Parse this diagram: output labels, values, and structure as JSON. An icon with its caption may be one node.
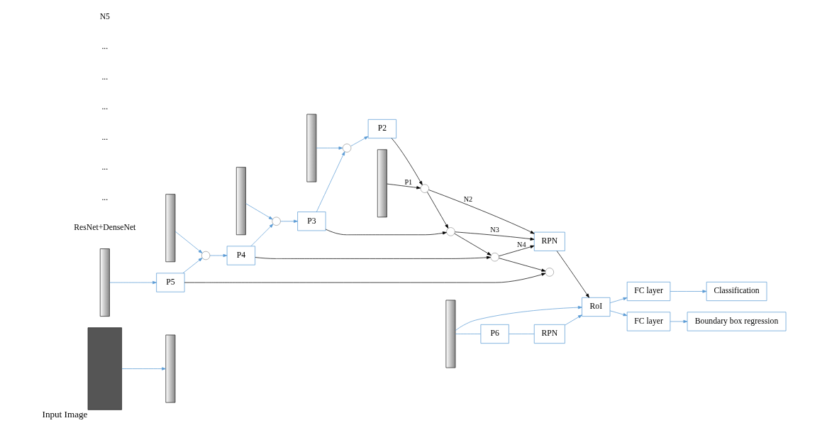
{
  "diagram": {
    "nodes": [
      {
        "text": [],
        "shape": "box",
        "beside": [
          "Input Image"
        ]
      },
      {
        "text": [],
        "shape": "bar"
      },
      {
        "text": [],
        "shape": "bar"
      },
      {
        "text": [],
        "shape": "bar"
      },
      {
        "text": [],
        "shape": "bar"
      },
      {
        "text": [],
        "shape": "bar"
      },
      {
        "text": [],
        "shape": "bar"
      },
      {
        "text": [],
        "shape": "bar"
      },
      {
        "text": [
          "RPN"
        ]
      },
      {
        "text": [
          "P6"
        ]
      },
      {
        "text": [
          "RoI"
        ]
      },
      {
        "text": [
          "FC layer"
        ]
      },
      {
        "text": [
          "Classification"
        ]
      },
      {
        "text": [
          "FC layer"
        ]
      },
      {
        "text": [
          "Boundary box regression"
        ]
      },
      {
        "text": [
          "RPN"
        ]
      },
      {
        "text": [
          "P2"
        ]
      },
      {
        "text": [],
        "shape": "circle"
      },
      {
        "text": [
          "P3"
        ]
      },
      {
        "text": [],
        "shape": "circle"
      },
      {
        "text": [
          "P4"
        ]
      },
      {
        "text": [],
        "shape": "circle"
      },
      {
        "text": [
          "P5"
        ]
      },
      {
        "text": [],
        "shape": "circle"
      },
      {
        "text": [],
        "shape": "circle"
      },
      {
        "text": [],
        "shape": "circle"
      },
      {
        "text": [],
        "shape": "circle"
      }
    ],
    "edges": [
      {
        "from": 0,
        "to": 1,
        "arrow": "to"
      },
      {
        "from": 7,
        "to": 10,
        "arrow": "to"
      },
      {
        "from": 7,
        "to": 9,
        "arrow": "none"
      },
      {
        "from": 9,
        "to": 8,
        "arrow": "none"
      },
      {
        "from": 8,
        "to": 10,
        "arrow": "to"
      },
      {
        "from": 10,
        "to": 11,
        "arrow": "to"
      },
      {
        "from": 10,
        "to": 13,
        "arrow": "to"
      },
      {
        "from": 11,
        "to": 12,
        "arrow": "to"
      },
      {
        "from": 13,
        "to": 14,
        "arrow": "to"
      },
      {
        "from": 15,
        "to": 10,
        "arrow": "to",
        "color": "#000000"
      },
      {
        "from": 3,
        "to": 17,
        "arrow": "to"
      },
      {
        "from": 4,
        "to": 19,
        "arrow": "to"
      },
      {
        "from": 5,
        "to": 21,
        "arrow": "to"
      },
      {
        "from": 6,
        "to": 22,
        "arrow": "to"
      },
      {
        "from": 22,
        "to": 21,
        "arrow": "to"
      },
      {
        "from": 21,
        "to": 20,
        "arrow": "to"
      },
      {
        "from": 20,
        "to": 19,
        "arrow": "to"
      },
      {
        "from": 19,
        "to": 18,
        "arrow": "to"
      },
      {
        "from": 18,
        "to": 17,
        "arrow": "to"
      },
      {
        "from": 17,
        "to": 16,
        "arrow": "to"
      },
      {
        "from": 2,
        "to": 23,
        "arrow": "to",
        "label": "P1",
        "color": "#000000"
      },
      {
        "from": 16,
        "to": 23,
        "arrow": "to",
        "color": "#000000"
      },
      {
        "from": 18,
        "to": 24,
        "arrow": "to",
        "color": "#000000"
      },
      {
        "from": 20,
        "to": 25,
        "arrow": "to",
        "color": "#000000"
      },
      {
        "from": 22,
        "to": 26,
        "arrow": "to",
        "color": "#000000"
      },
      {
        "from": 23,
        "to": 24,
        "arrow": "to",
        "color": "#000000"
      },
      {
        "from": 24,
        "to": 25,
        "arrow": "to",
        "color": "#000000"
      },
      {
        "from": 25,
        "to": 26,
        "arrow": "to",
        "color": "#000000"
      },
      {
        "from": 23,
        "to": 15,
        "arrow": "to",
        "label": "N2",
        "color": "#000000"
      },
      {
        "from": 24,
        "to": 15,
        "arrow": "to",
        "label": "N3",
        "color": "#000000"
      },
      {
        "from": 25,
        "to": 15,
        "arrow": "to",
        "label": "N4",
        "color": "#000000"
      }
    ],
    "labels": [
      "ResNet+DenseNet",
      "...",
      "...",
      "...",
      "...",
      "...",
      "...",
      "N5"
    ]
  }
}
